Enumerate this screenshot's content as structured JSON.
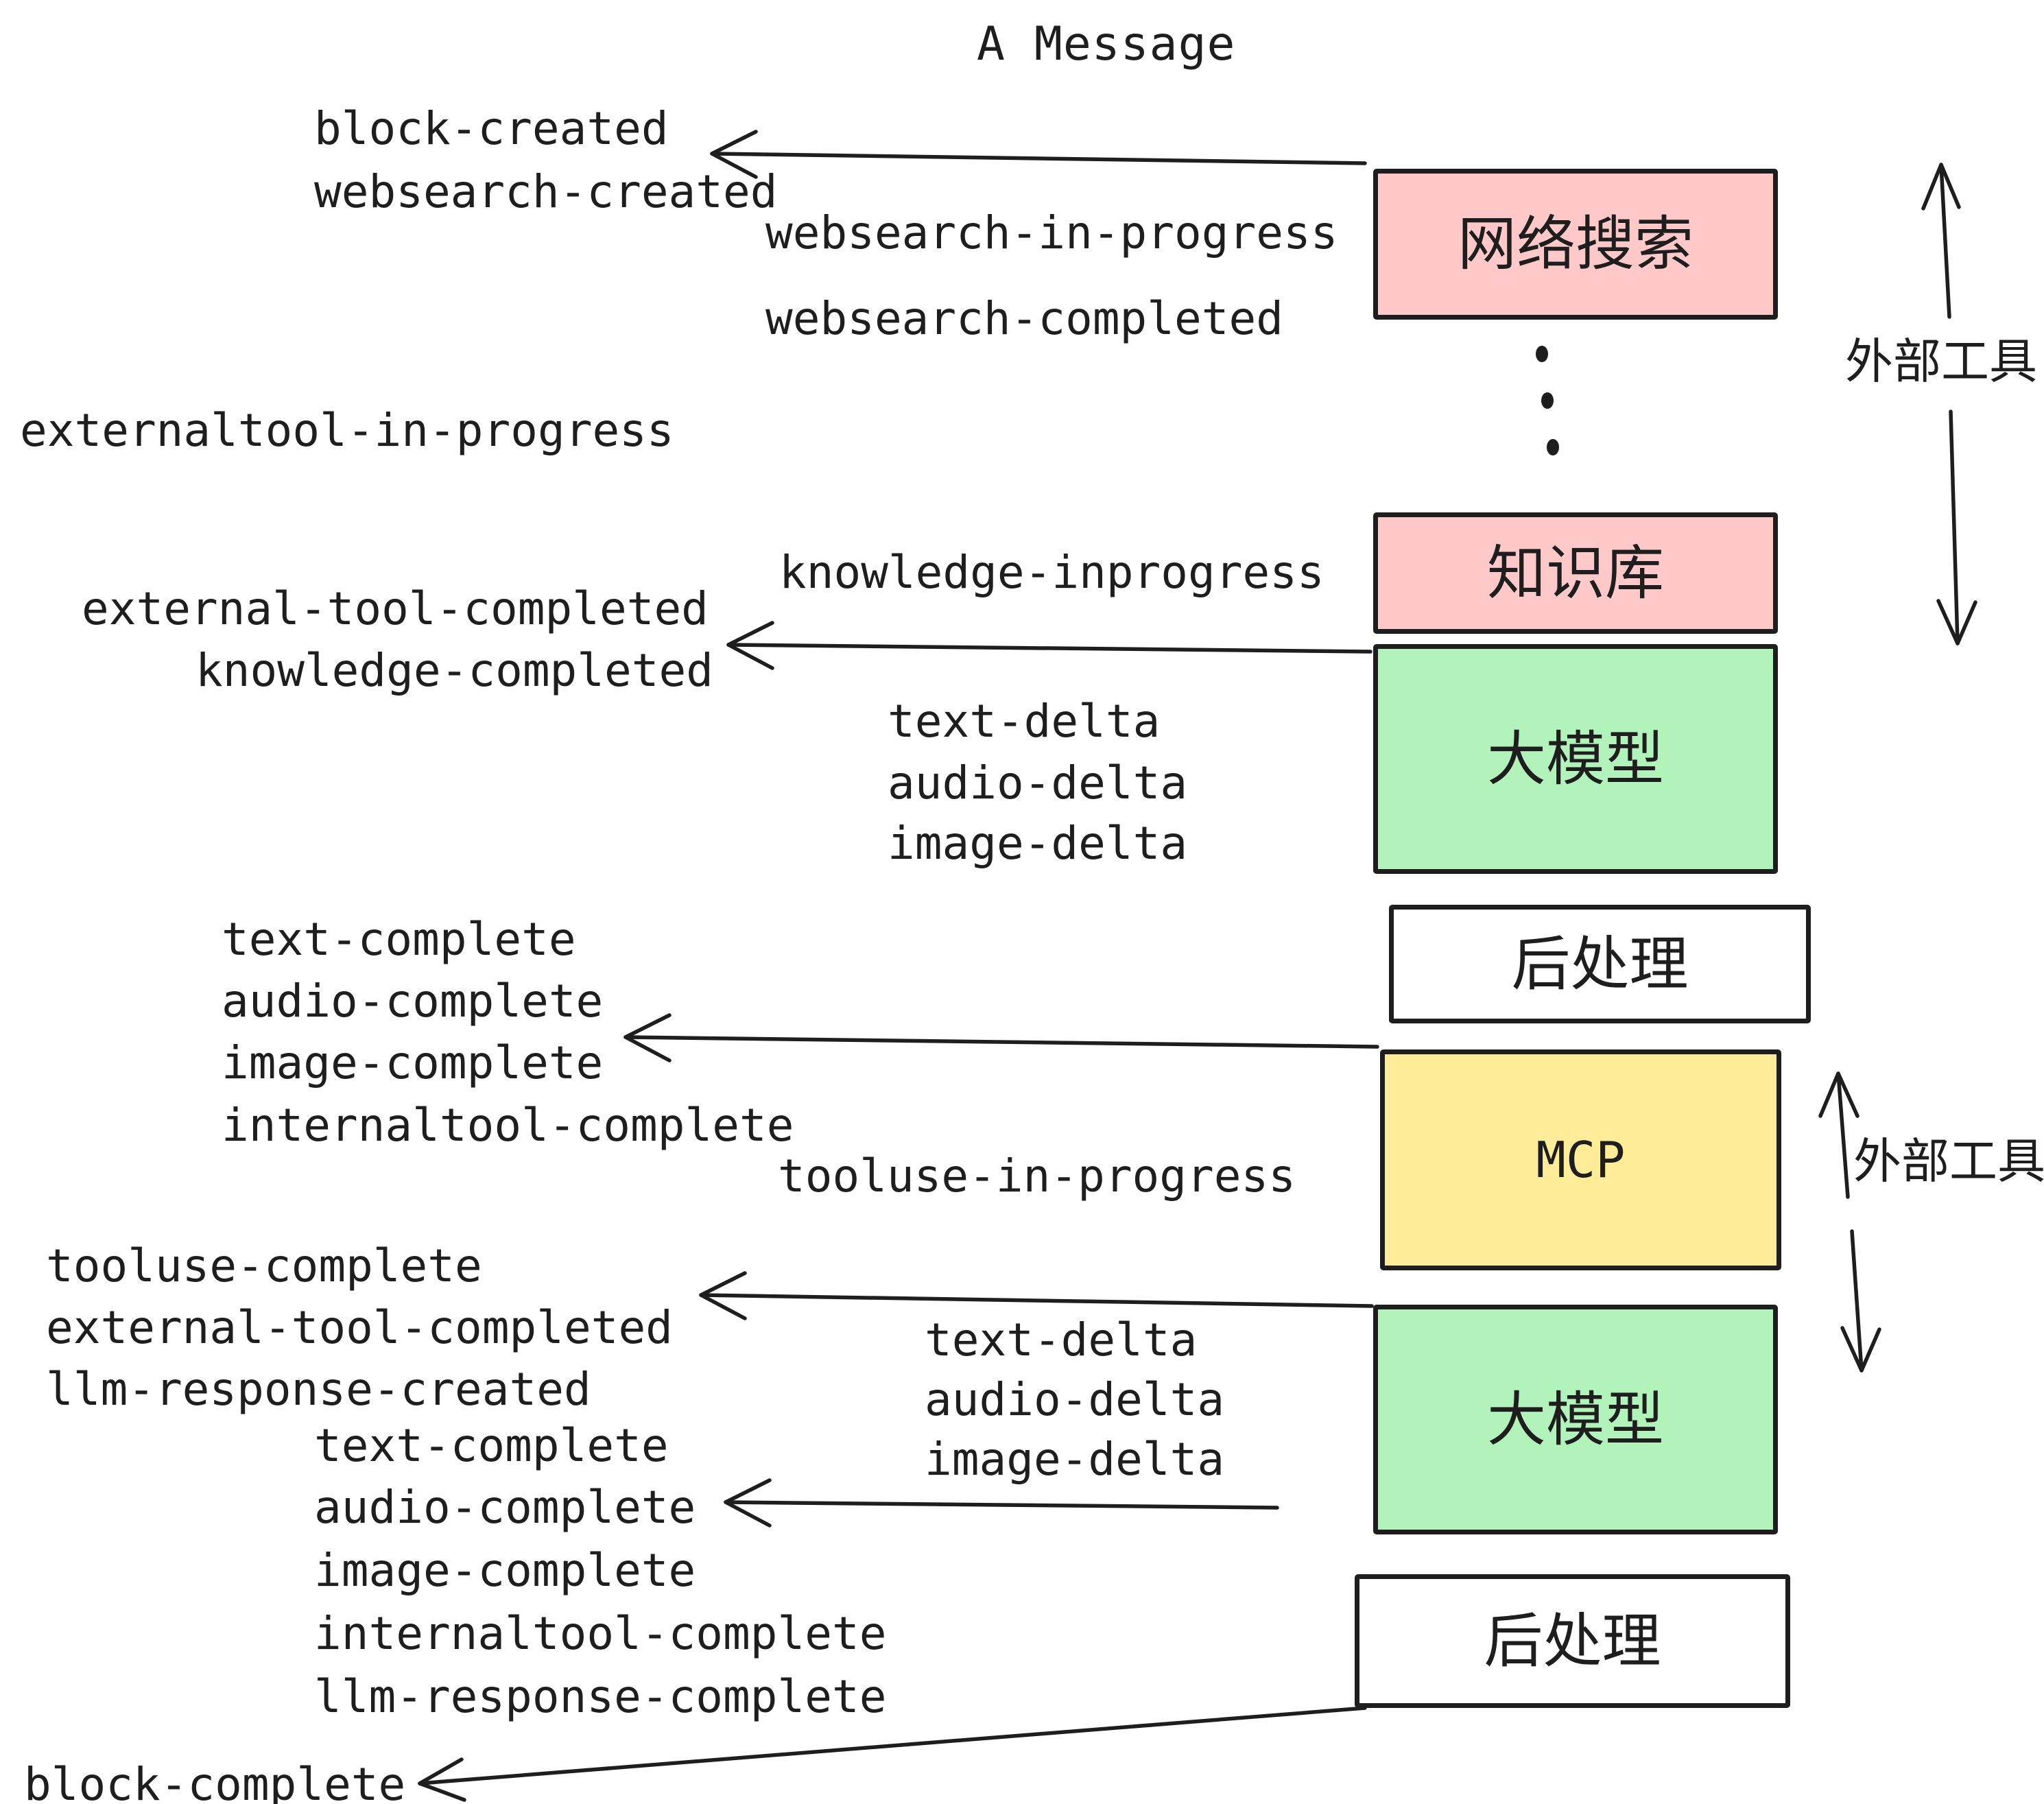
{
  "title": "A Message",
  "colors": {
    "stroke": "#1e1e1e",
    "pink": "#ffc9c9",
    "green": "#b2f2bb",
    "yellow": "#ffec99",
    "white": "#ffffff"
  },
  "boxes": {
    "websearch": {
      "label": "网络搜索",
      "color": "#ffc9c9"
    },
    "knowledge": {
      "label": "知识库",
      "color": "#ffc9c9"
    },
    "llm1": {
      "label": "大模型",
      "color": "#b2f2bb"
    },
    "postprocess1": {
      "label": "后处理",
      "color": "#ffffff"
    },
    "mcp": {
      "label": "MCP",
      "color": "#ffec99"
    },
    "llm2": {
      "label": "大模型",
      "color": "#b2f2bb"
    },
    "postprocess2": {
      "label": "后处理",
      "color": "#ffffff"
    }
  },
  "side_labels": {
    "external_tools_top": "外部工具",
    "external_tools_mid": "外部工具"
  },
  "events": {
    "block_created": "block-created",
    "websearch_created": "websearch-created",
    "websearch_in_progress": "websearch-in-progress",
    "websearch_completed": "websearch-completed",
    "externaltool_in_progress": "externaltool-in-progress",
    "knowledge_inprogress": "knowledge-inprogress",
    "external_tool_completed_1": "external-tool-completed",
    "knowledge_completed": "knowledge-completed",
    "text_delta_1": "text-delta",
    "audio_delta_1": "audio-delta",
    "image_delta_1": "image-delta",
    "text_complete_1": "text-complete",
    "audio_complete_1": "audio-complete",
    "image_complete_1": "image-complete",
    "internaltool_complete_1": "internaltool-complete",
    "tooluse_in_progress": "tooluse-in-progress",
    "tooluse_complete": "tooluse-complete",
    "external_tool_completed_2": "external-tool-completed",
    "llm_response_created": "llm-response-created",
    "text_delta_2": "text-delta",
    "audio_delta_2": "audio-delta",
    "image_delta_2": "image-delta",
    "text_complete_2": "text-complete",
    "audio_complete_2": "audio-complete",
    "image_complete_2": "image-complete",
    "internaltool_complete_2": "internaltool-complete",
    "llm_response_complete": "llm-response-complete",
    "block_complete": "block-complete"
  }
}
